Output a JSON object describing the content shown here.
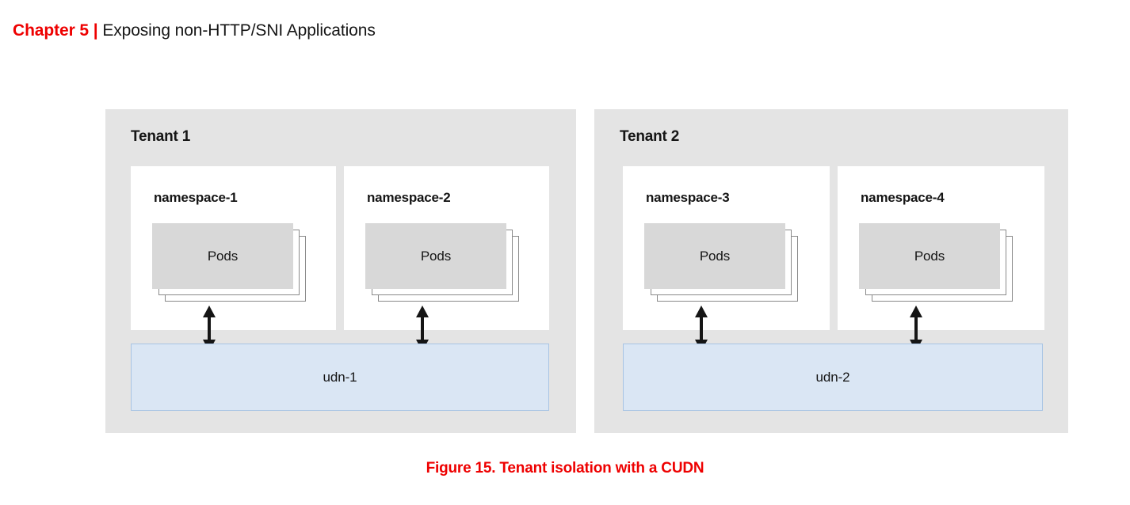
{
  "header": {
    "chapter_label": "Chapter 5 |",
    "chapter_title": "Exposing non-HTTP/SNI Applications",
    "accent_color": "#ee0000",
    "text_color": "#151515"
  },
  "figure": {
    "caption": "Figure 15. Tenant isolation with a CUDN",
    "caption_color": "#ee0000"
  },
  "diagram": {
    "type": "architecture-diagram",
    "panel_bg": "#e4e4e4",
    "namespace_bg": "#ffffff",
    "pods_fill": "#d8d8d8",
    "pods_stroke": "#8a8a8a",
    "udn_fill": "#dae6f4",
    "udn_stroke": "#a8c4e4",
    "tenants": [
      {
        "title": "Tenant 1",
        "namespaces": [
          {
            "title": "namespace-1",
            "pods_label": "Pods",
            "pods_stack_count": 3
          },
          {
            "title": "namespace-2",
            "pods_label": "Pods",
            "pods_stack_count": 3
          }
        ],
        "udn": {
          "label": "udn-1"
        },
        "connectors": [
          {
            "from": "namespace-1.Pods",
            "to": "udn-1",
            "style": "double-arrow-vertical"
          },
          {
            "from": "namespace-2.Pods",
            "to": "udn-1",
            "style": "double-arrow-vertical"
          }
        ]
      },
      {
        "title": "Tenant 2",
        "namespaces": [
          {
            "title": "namespace-3",
            "pods_label": "Pods",
            "pods_stack_count": 3
          },
          {
            "title": "namespace-4",
            "pods_label": "Pods",
            "pods_stack_count": 3
          }
        ],
        "udn": {
          "label": "udn-2"
        },
        "connectors": [
          {
            "from": "namespace-3.Pods",
            "to": "udn-2",
            "style": "double-arrow-vertical"
          },
          {
            "from": "namespace-4.Pods",
            "to": "udn-2",
            "style": "double-arrow-vertical"
          }
        ]
      }
    ]
  }
}
